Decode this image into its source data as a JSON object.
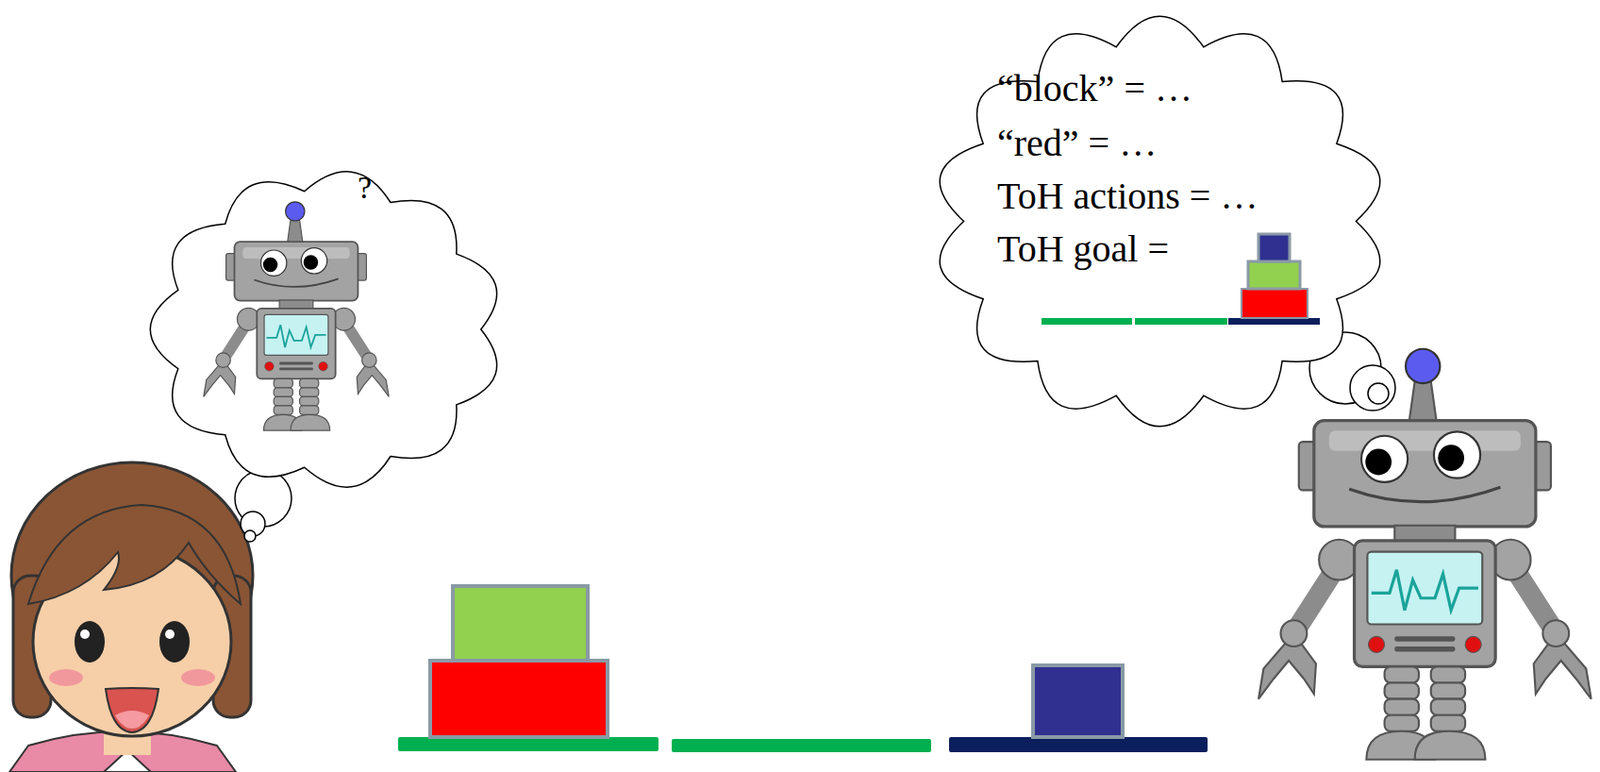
{
  "diagram": {
    "nodes": [
      {
        "text": [
          "?"
        ]
      },
      {
        "text": [
          "“block” = …",
          "“red” = …",
          "ToH actions = …",
          "ToH goal ="
        ]
      }
    ]
  }
}
